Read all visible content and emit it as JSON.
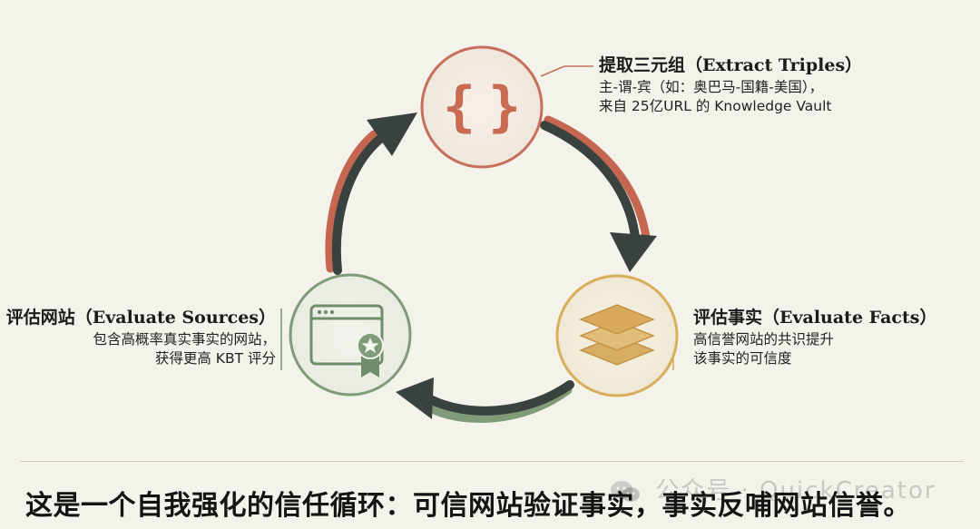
{
  "nodes": {
    "extract": {
      "title": "提取三元组（Extract Triples）",
      "desc_line1": "主-谓-宾（如：奥巴马-国籍-美国），",
      "desc_line2": "来自 25亿URL 的 Knowledge Vault",
      "icon": "curly-braces-icon",
      "color": "#c66f5c"
    },
    "facts": {
      "title": "评估事实（Evaluate Facts）",
      "desc_line1": "高信誉网站的共识提升",
      "desc_line2": "该事实的可信度",
      "icon": "stacked-layers-icon",
      "color": "#d9ae5a"
    },
    "sources": {
      "title": "评估网站（Evaluate Sources）",
      "desc_line1": "包含高概率真实事实的网站，",
      "desc_line2": "获得更高 KBT 评分",
      "icon": "browser-badge-icon",
      "color": "#7f9b78"
    }
  },
  "colors": {
    "background": "#f3f2eb",
    "arrow_dark": "#3a4240",
    "arrow_red": "#c46650",
    "arrow_green": "#7f9b78"
  },
  "conclusion": "这是一个自我强化的信任循环：可信网站验证事实，事实反哺网站信誉。",
  "watermark": "公众号 · QuickCreator"
}
